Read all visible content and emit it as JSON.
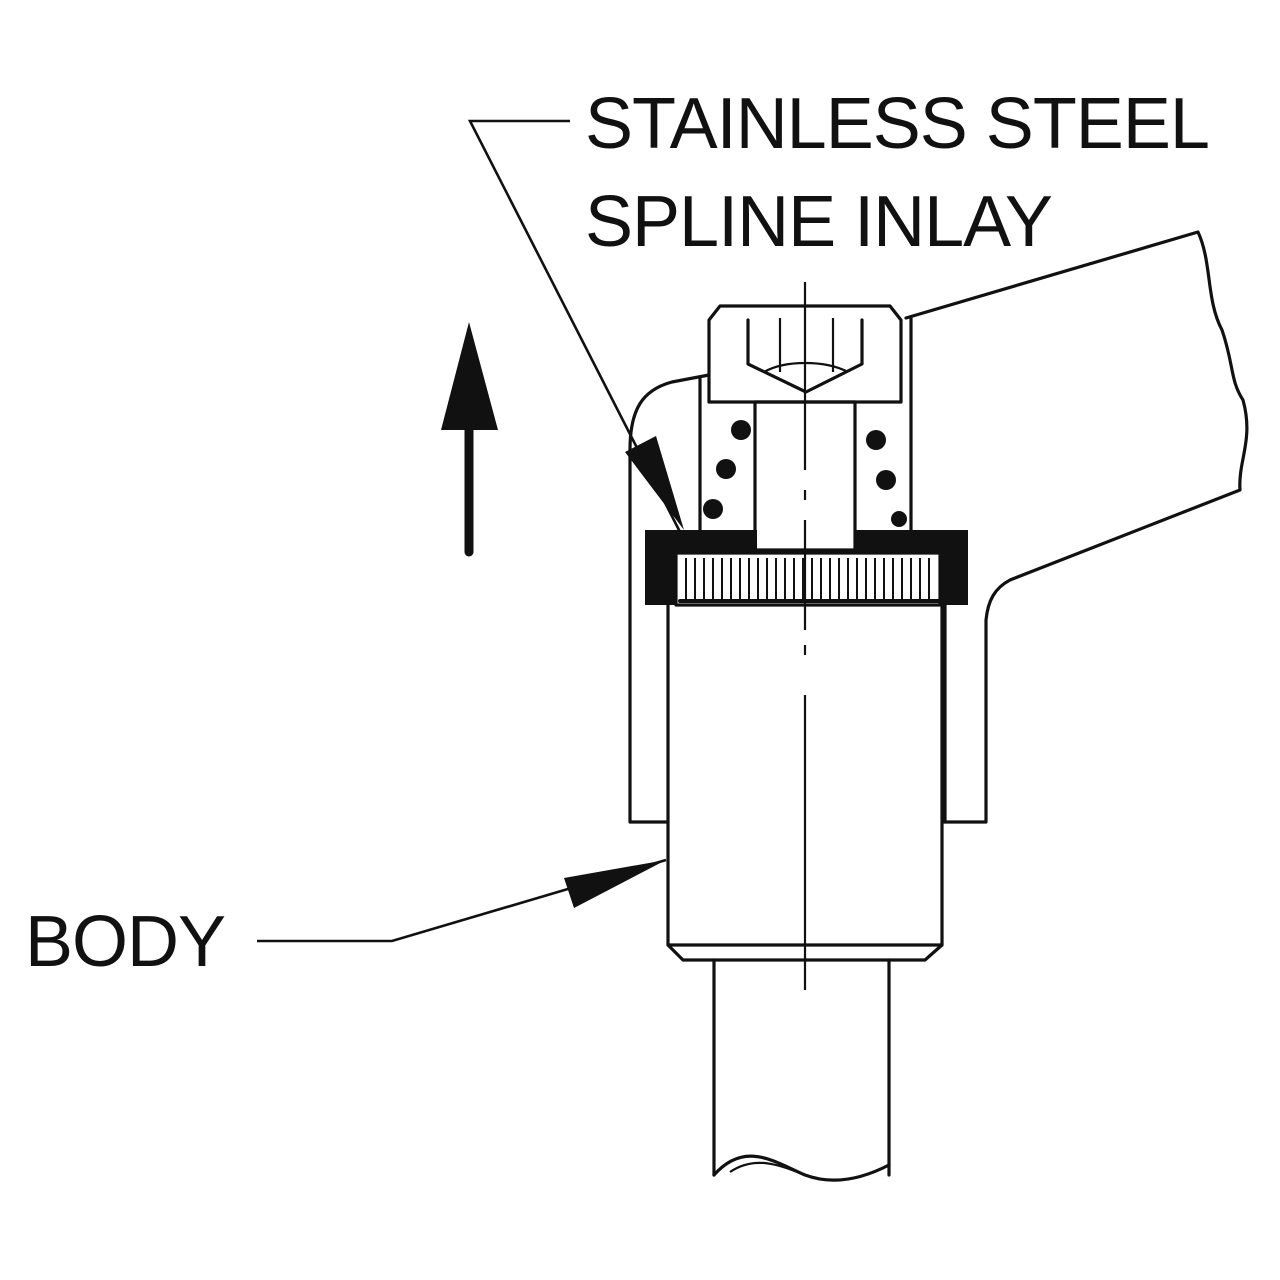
{
  "labels": {
    "callout_top_line1": "STAINLESS STEEL",
    "callout_top_line2": "SPLINE INLAY",
    "callout_bottom": "BODY"
  },
  "colors": {
    "ink": "#111111",
    "paper": "#ffffff"
  },
  "icons": {
    "direction_arrow": "arrow-up-icon"
  }
}
